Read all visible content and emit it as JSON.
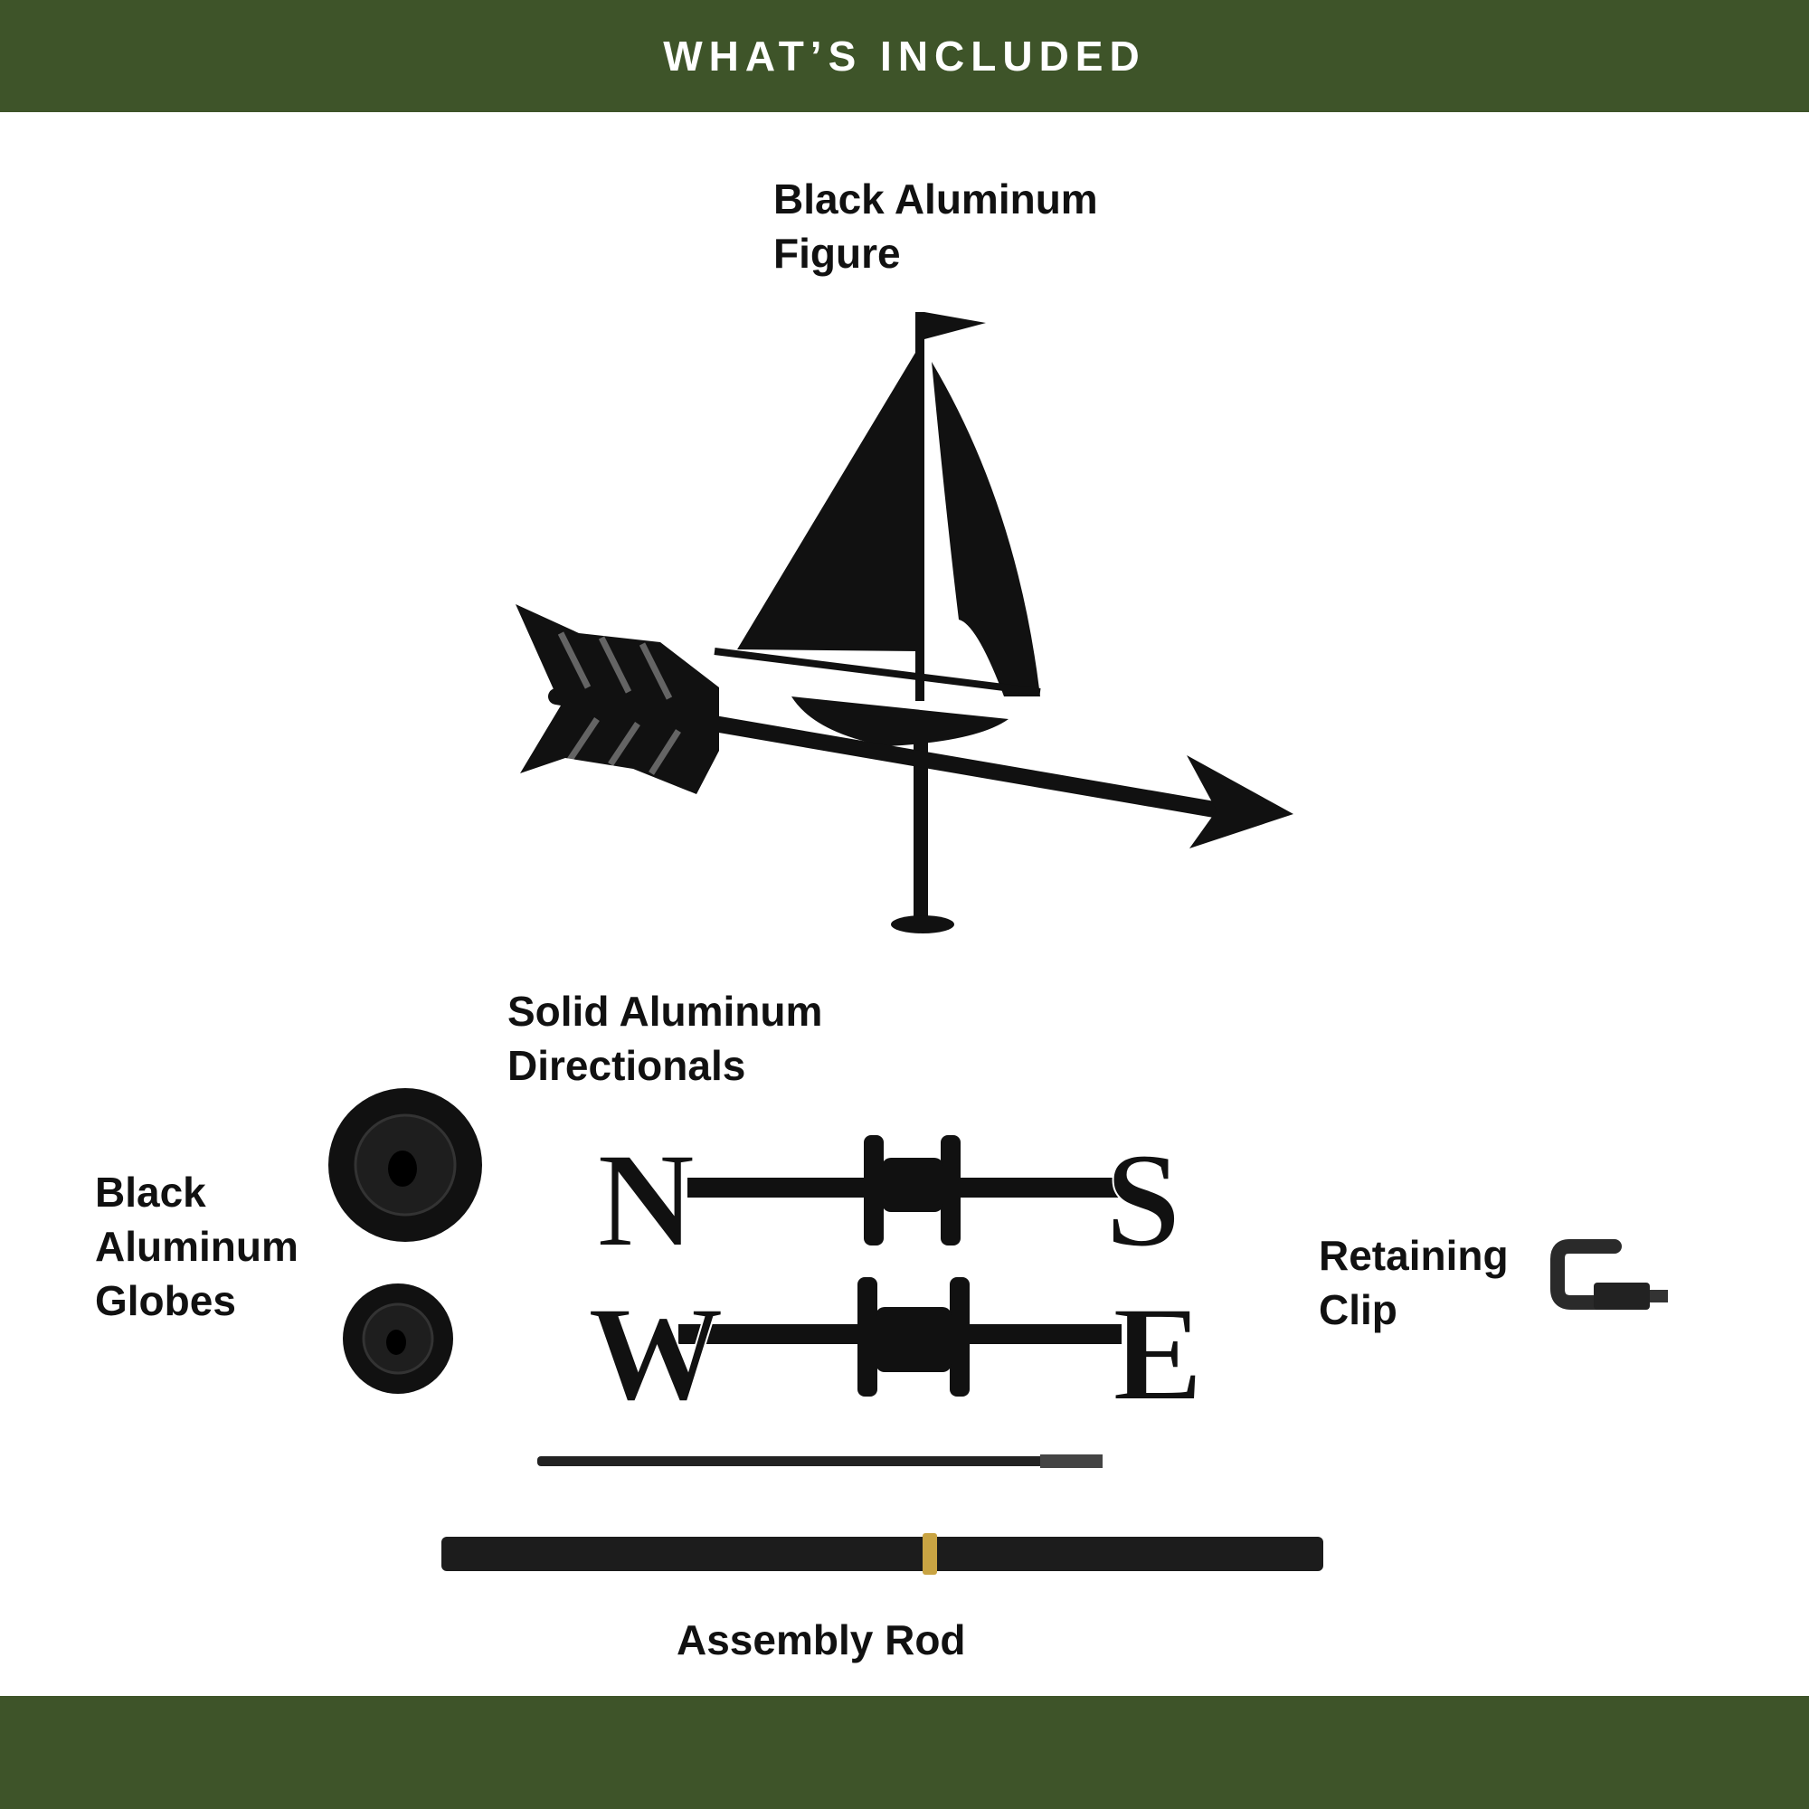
{
  "header": {
    "title": "WHAT’S INCLUDED"
  },
  "items": {
    "figure": {
      "line1": "Black Aluminum",
      "line2": "Figure"
    },
    "directionals": {
      "line1": "Solid Aluminum",
      "line2": "Directionals",
      "letters": [
        "N",
        "S",
        "W",
        "E"
      ]
    },
    "globes": {
      "line1": "Black",
      "line2": "Aluminum",
      "line3": "Globes"
    },
    "clip": {
      "line1": "Retaining",
      "line2": "Clip"
    },
    "rod": {
      "label": "Assembly Rod"
    }
  },
  "colors": {
    "band": "#3e5429",
    "metal": "#111111",
    "brass": "#c9a443"
  }
}
